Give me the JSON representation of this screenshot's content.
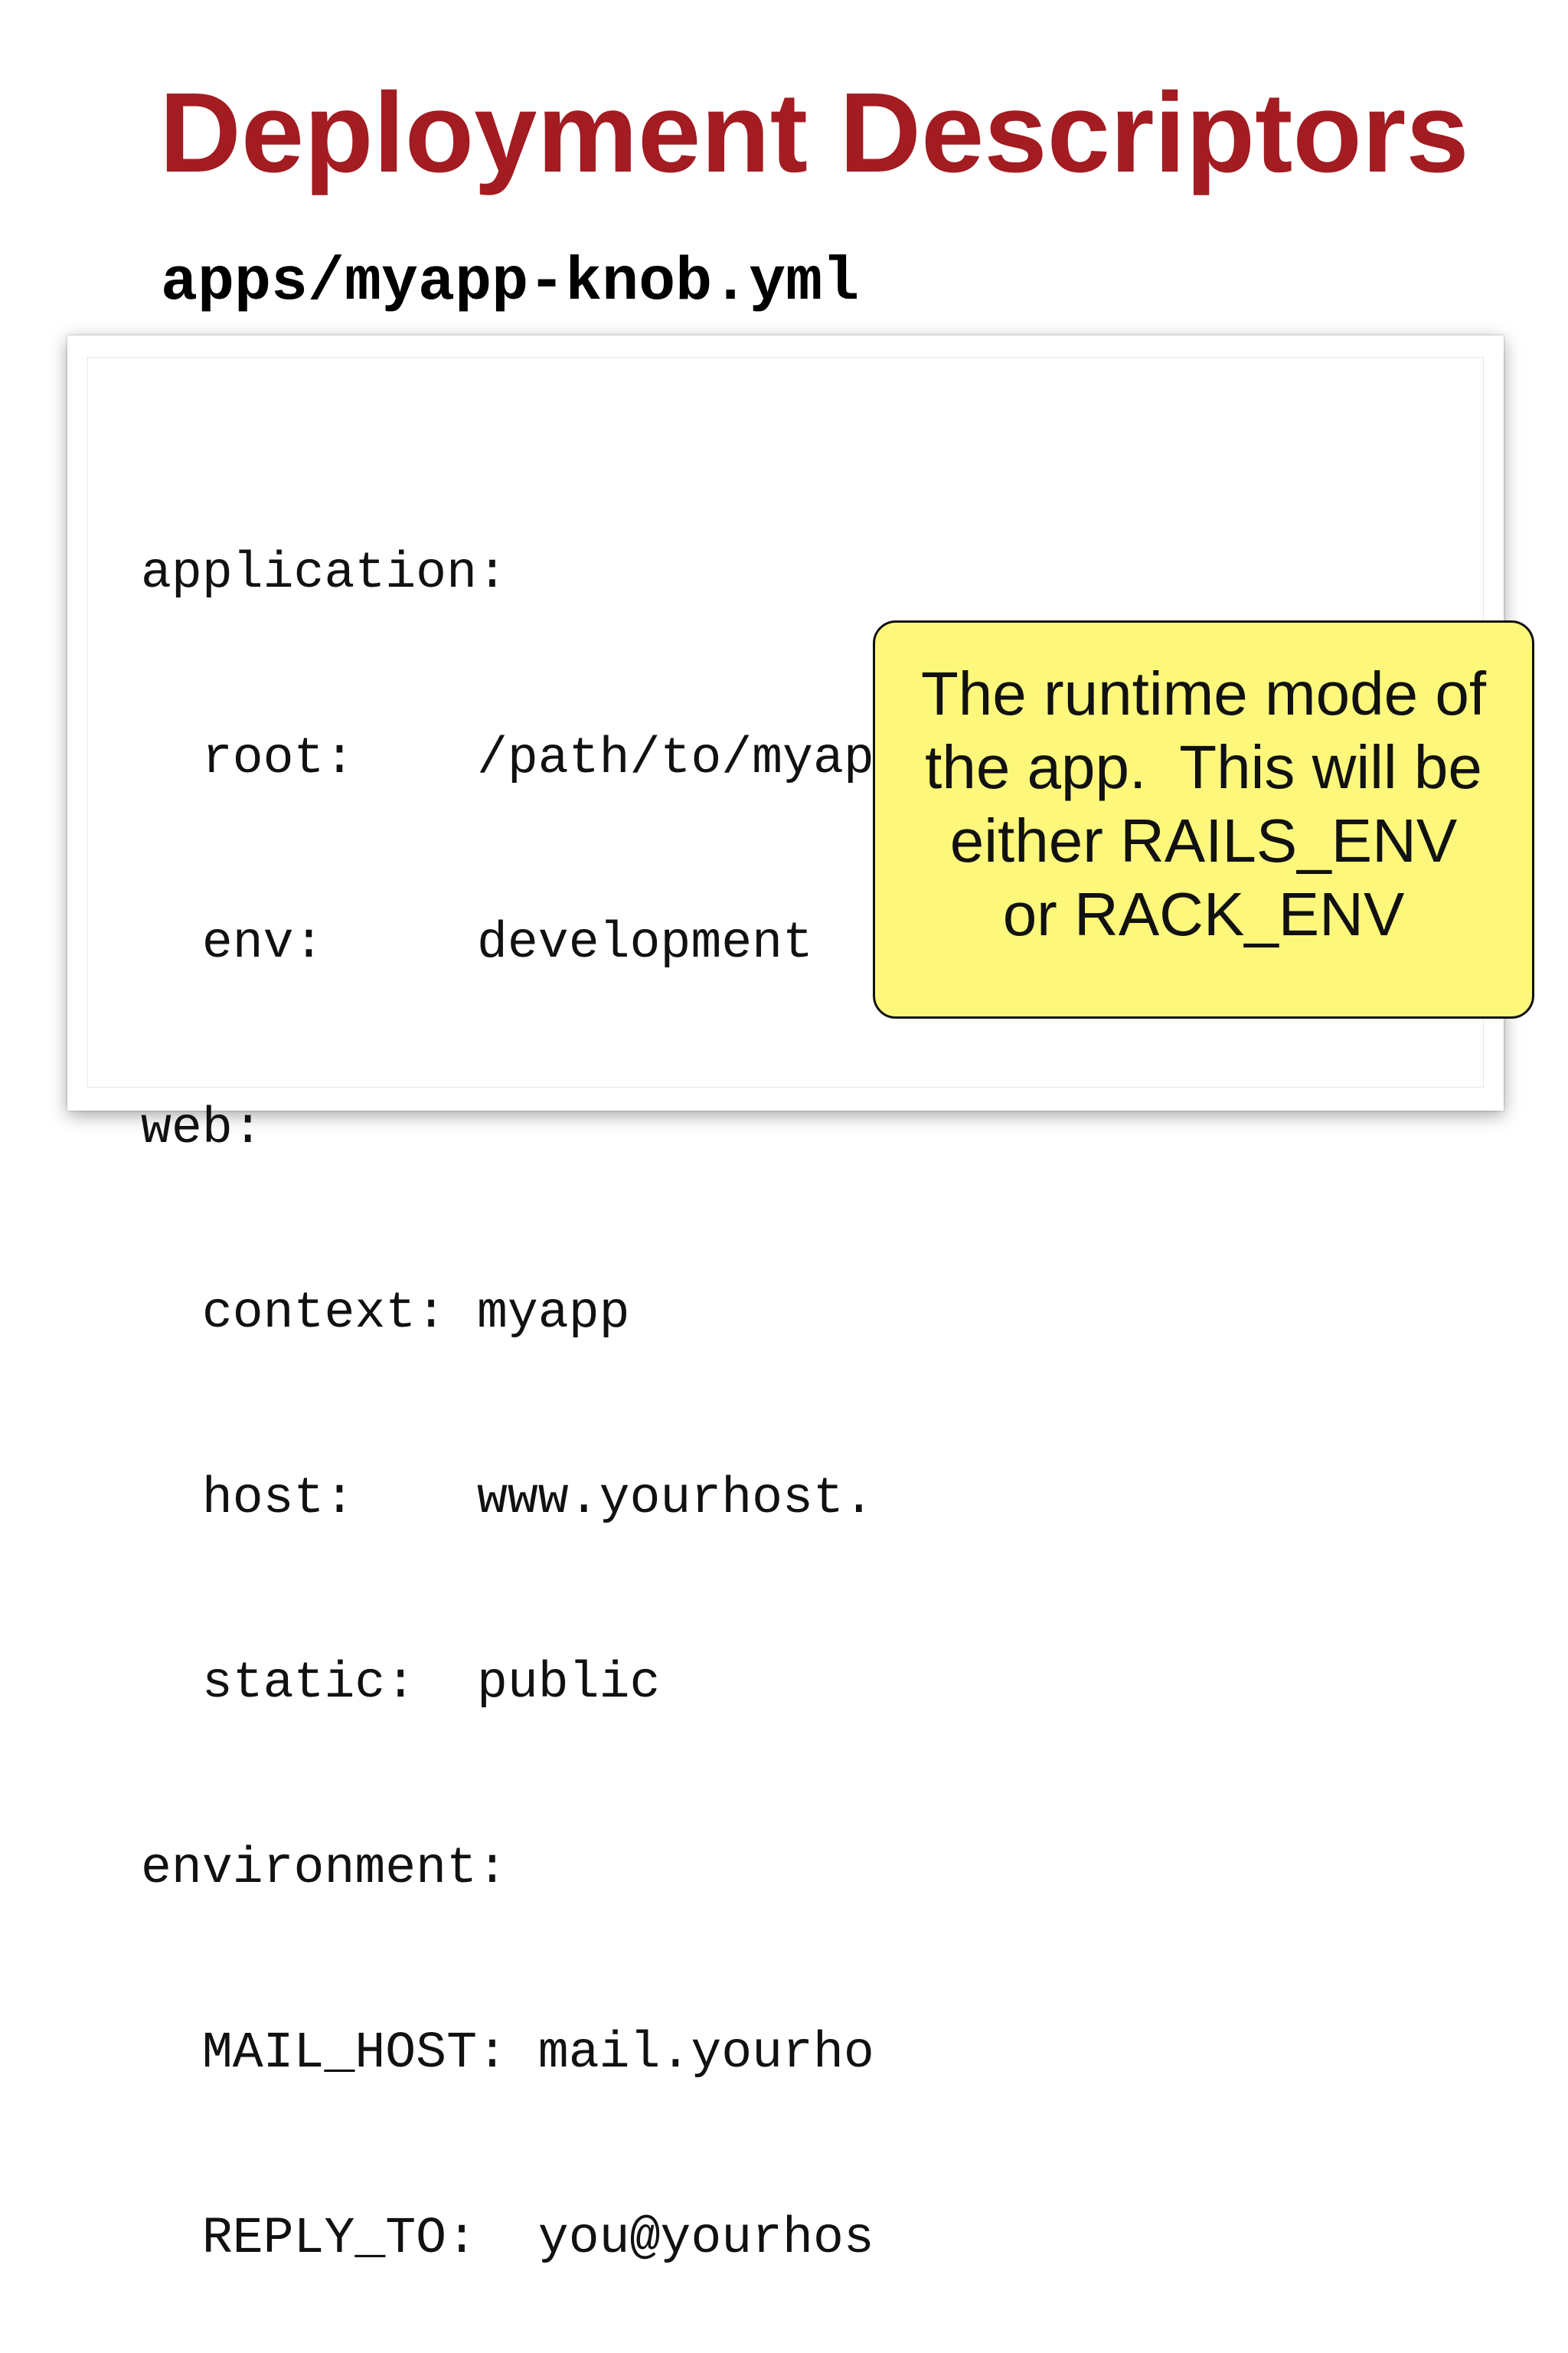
{
  "slide": {
    "title": "Deployment Descriptors",
    "file_name": "apps/myapp-knob.yml"
  },
  "code": {
    "lines": [
      "application:",
      "  root:    /path/to/myapp",
      "  env:     development",
      "web:",
      "  context: myapp",
      "  host:    www.yourhost.",
      "  static:  public",
      "environment:",
      "  MAIL_HOST: mail.yourho",
      "  REPLY_TO:  you@yourhos"
    ]
  },
  "callout": {
    "lines": [
      "The runtime mode of",
      "the app.  This will be",
      "either RAILS_ENV",
      "or RACK_ENV"
    ]
  },
  "colors": {
    "title": "#a21c22",
    "callout_background": "#fdf87c",
    "text": "#111111"
  }
}
